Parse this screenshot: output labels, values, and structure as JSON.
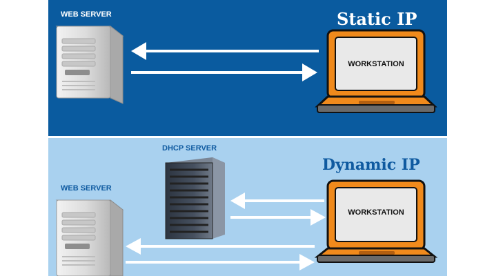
{
  "colors": {
    "static_bg": "#0a5b9f",
    "dynamic_bg": "#a9d1ef",
    "orange": "#f08a1c",
    "dynamic_title": "#0f5aa0",
    "server_gray": "#d8d8d8",
    "rack_dark": "#3d4656"
  },
  "static_panel": {
    "title": "Static IP",
    "web_server_label": "WEB SERVER",
    "workstation_label": "WORKSTATION"
  },
  "dynamic_panel": {
    "title": "Dynamic IP",
    "dhcp_server_label": "DHCP SERVER",
    "web_server_label": "WEB SERVER",
    "workstation_label": "WORKSTATION"
  },
  "icons": [
    "web-server-icon",
    "laptop-icon",
    "dhcp-server-icon",
    "arrow-left-icon",
    "arrow-right-icon"
  ]
}
